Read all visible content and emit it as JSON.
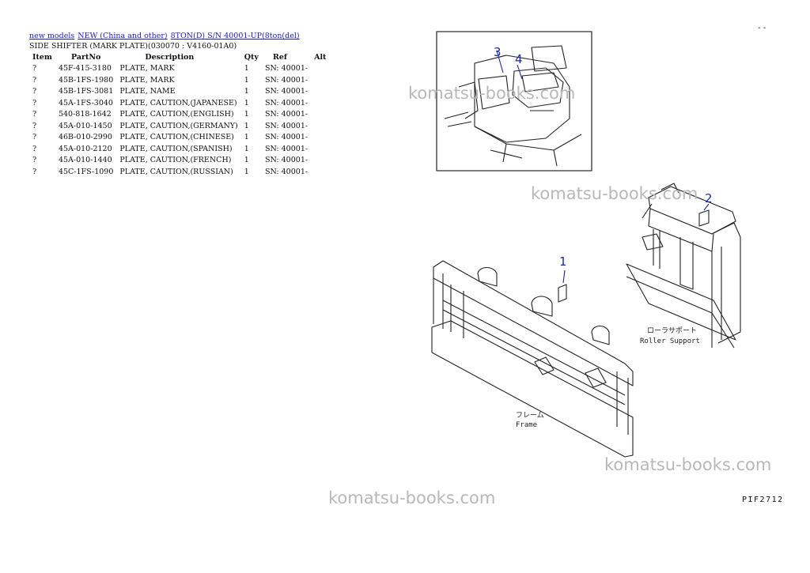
{
  "breadcrumb": {
    "links": [
      "new models",
      "NEW (China and other)",
      "8TON(D) S/N 40001-UP(8ton(del)"
    ]
  },
  "subtitle": "SIDE SHIFTER (MARK PLATE)(030070 : V4160-01A0)",
  "table": {
    "headers": [
      "Item",
      "PartNo",
      "Description",
      "Qty",
      "Ref",
      "Alt"
    ],
    "rows": [
      [
        "?",
        "45F-415-3180",
        "PLATE, MARK",
        "1",
        "SN: 40001-",
        ""
      ],
      [
        "?",
        "45B-1FS-1980",
        "PLATE, MARK",
        "1",
        "SN: 40001-",
        ""
      ],
      [
        "?",
        "45B-1FS-3081",
        "PLATE, NAME",
        "1",
        "SN: 40001-",
        ""
      ],
      [
        "?",
        "45A-1FS-3040",
        "PLATE, CAUTION,(JAPANESE)",
        "1",
        "SN: 40001-",
        ""
      ],
      [
        "?",
        "540-818-1642",
        "PLATE, CAUTION,(ENGLISH)",
        "1",
        "SN: 40001-",
        ""
      ],
      [
        "?",
        "45A-010-1450",
        "PLATE, CAUTION,(GERMANY)",
        "1",
        "SN: 40001-",
        ""
      ],
      [
        "?",
        "46B-010-2990",
        "PLATE, CAUTION,(CHINESE)",
        "1",
        "SN: 40001-",
        ""
      ],
      [
        "?",
        "45A-010-2120",
        "PLATE, CAUTION,(SPANISH)",
        "1",
        "SN: 40001-",
        ""
      ],
      [
        "?",
        "45A-010-1440",
        "PLATE, CAUTION,(FRENCH)",
        "1",
        "SN: 40001-",
        ""
      ],
      [
        "?",
        "45C-1FS-1090",
        "PLATE, CAUTION,(RUSSIAN)",
        "1",
        "SN: 40001-",
        ""
      ]
    ]
  },
  "corner_mark": "-  -",
  "diagram": {
    "callouts": [
      "1",
      "2",
      "3",
      "4"
    ],
    "label_roller_jp": "ローラサポート",
    "label_roller_en": "Roller Support",
    "label_frame_jp": "フレーム",
    "label_frame_en": "Frame",
    "figure_code": "PIF2712"
  },
  "watermark": "komatsu-books.com"
}
